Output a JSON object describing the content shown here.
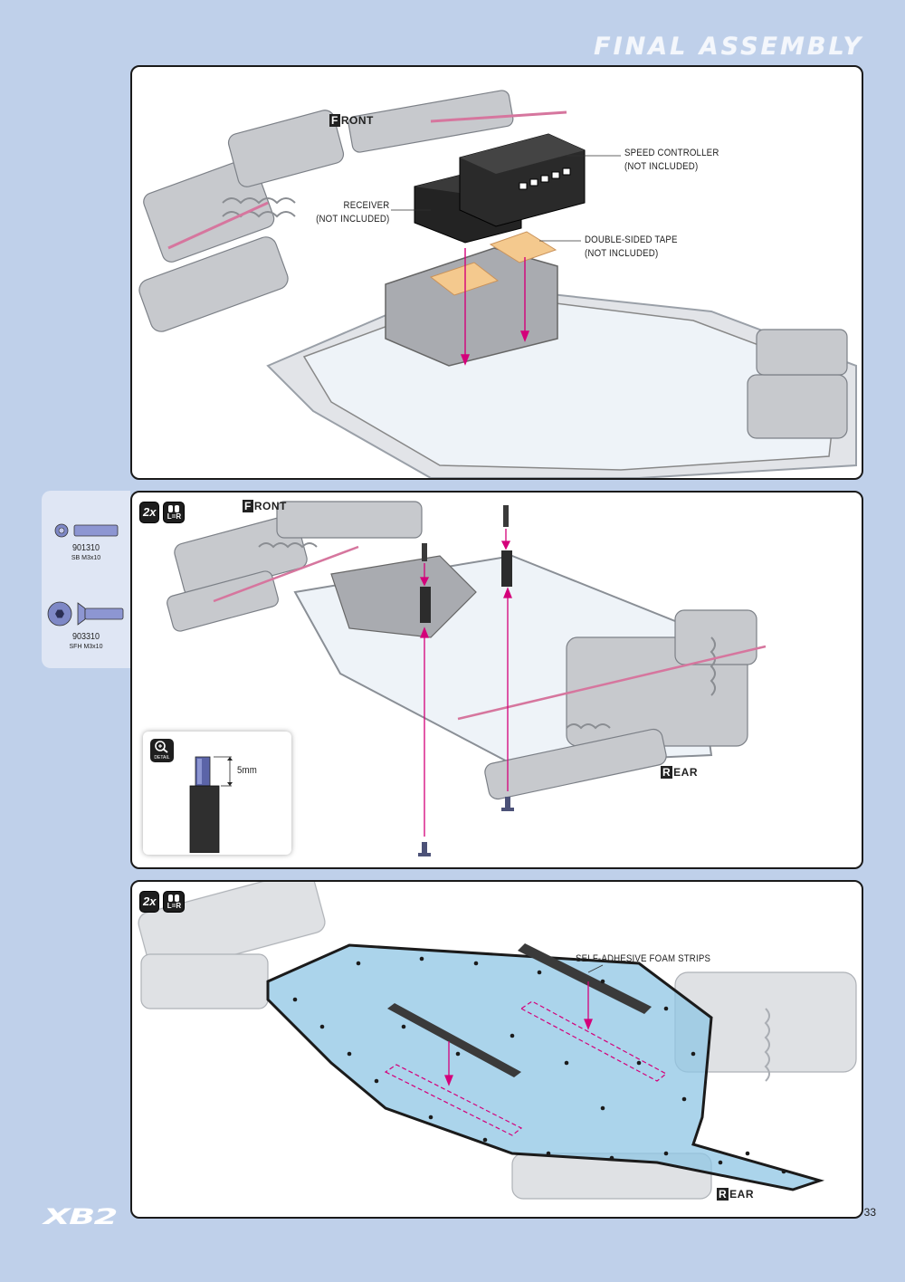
{
  "header": {
    "title": "FINAL ASSEMBLY"
  },
  "panel1": {
    "front": {
      "cap": "F",
      "rest": "RONT"
    },
    "speed_controller": [
      "SPEED CONTROLLER",
      "(NOT INCLUDED)"
    ],
    "receiver": [
      "RECEIVER",
      "(NOT INCLUDED)"
    ],
    "tape": [
      "DOUBLE-SIDED TAPE",
      "(NOT INCLUDED)"
    ]
  },
  "panel2": {
    "quantity": "2x",
    "lr": "L=R",
    "front": {
      "cap": "F",
      "rest": "RONT"
    },
    "rear": {
      "cap": "R",
      "rest": "EAR"
    },
    "detail_label": "DETAIL",
    "detail_measure": "5mm"
  },
  "panel3": {
    "quantity": "2x",
    "lr": "L=R",
    "foam": "SELF-ADHESIVE FOAM STRIPS",
    "rear": {
      "cap": "R",
      "rest": "EAR"
    }
  },
  "parts": [
    {
      "code": "901310",
      "desc": "SB M3x10",
      "icon": "standoff-icon"
    },
    {
      "code": "903310",
      "desc": "SFH M3x10",
      "icon": "flat-head-screw-icon"
    }
  ],
  "footer": {
    "logo": "XB2",
    "page_number": "33"
  },
  "colors": {
    "background": "#bfd0ea",
    "arrow": "#d4007a",
    "tape": "#f4c98e",
    "chassis_plate": "#8fc6e4"
  }
}
